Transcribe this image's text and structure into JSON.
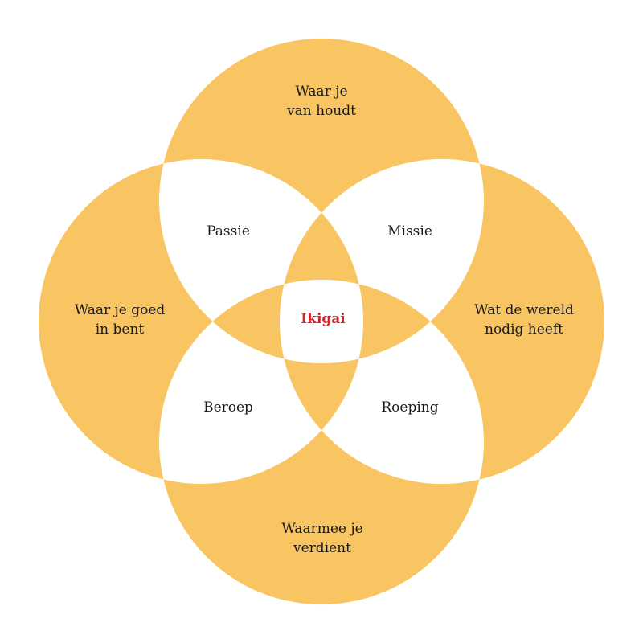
{
  "colors": {
    "circle_fill": "#f9c462",
    "center_text": "#d9232a",
    "background": "#ffffff"
  },
  "circles": {
    "top": [
      "Waar je",
      "van houdt"
    ],
    "left": [
      "Waar je goed",
      "in bent"
    ],
    "right": [
      "Wat de wereld",
      "nodig heeft"
    ],
    "bottom": [
      "Waarmee je",
      "verdient"
    ]
  },
  "overlaps": {
    "passie": "Passie",
    "missie": "Missie",
    "beroep": "Beroep",
    "roeping": "Roeping"
  },
  "center": "Ikigai"
}
